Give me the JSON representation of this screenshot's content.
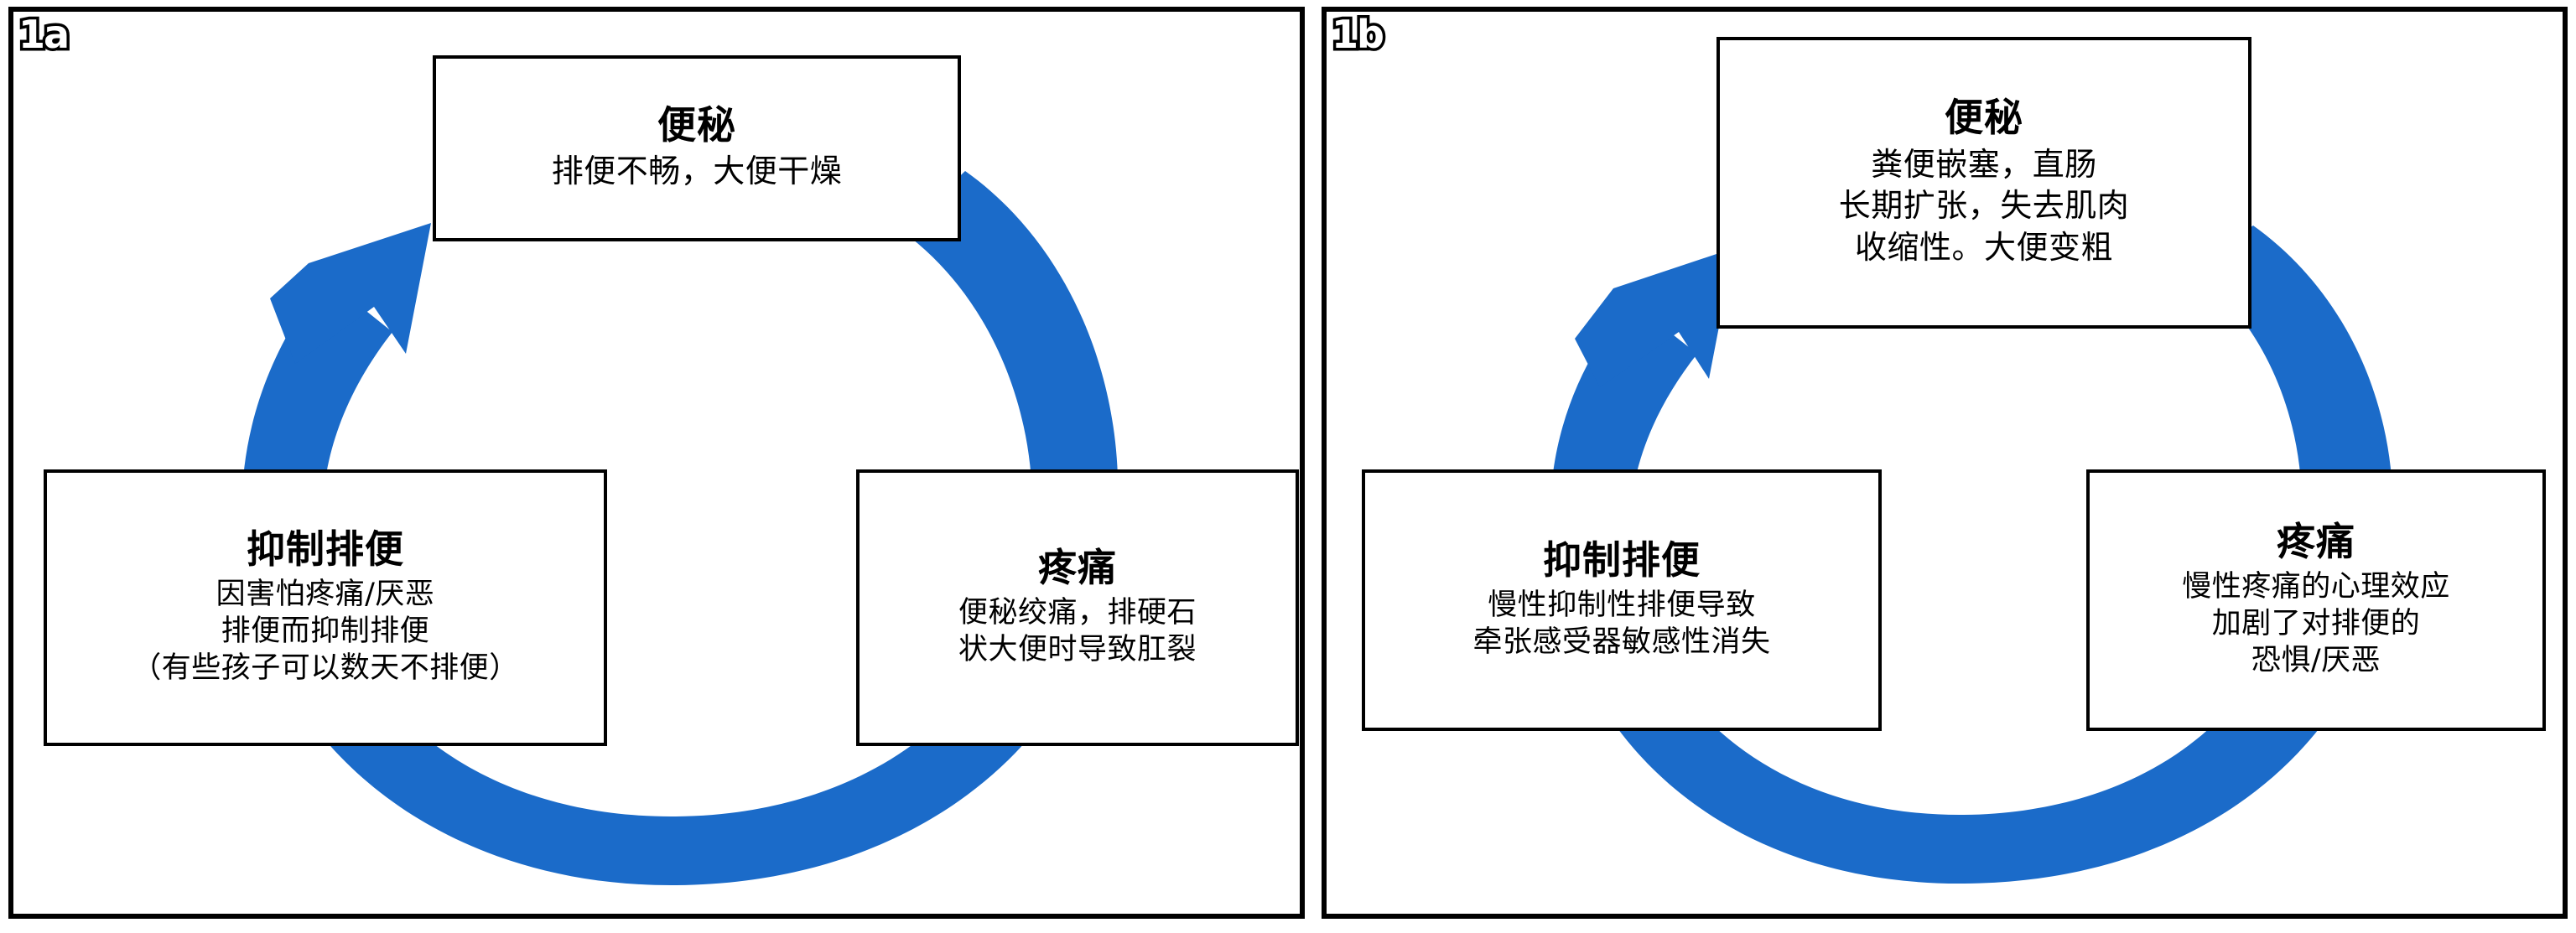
{
  "figure": {
    "panels": [
      {
        "tag": "1a",
        "arrow_color": "#1B6BC9",
        "nodes": [
          {
            "id": "constipation",
            "position": "top",
            "title": "便秘",
            "lines": [
              "排便不畅，大便干燥"
            ]
          },
          {
            "id": "pain",
            "position": "right",
            "title": "疼痛",
            "lines": [
              "便秘绞痛，排硬石",
              "状大便时导致肛裂"
            ]
          },
          {
            "id": "withholding",
            "position": "left",
            "title": "抑制排便",
            "lines": [
              "因害怕疼痛/厌恶",
              "排便而抑制排便",
              "（有些孩子可以数天不排便）"
            ]
          }
        ]
      },
      {
        "tag": "1b",
        "arrow_color": "#1B6BC9",
        "nodes": [
          {
            "id": "constipation",
            "position": "top",
            "title": "便秘",
            "lines": [
              "粪便嵌塞，直肠",
              "长期扩张，失去肌肉",
              "收缩性。大便变粗"
            ]
          },
          {
            "id": "pain",
            "position": "right",
            "title": "疼痛",
            "lines": [
              "慢性疼痛的心理效应",
              "加剧了对排便的",
              "恐惧/厌恶"
            ]
          },
          {
            "id": "withholding",
            "position": "left",
            "title": "抑制排便",
            "lines": [
              "慢性抑制性排便导致",
              "牵张感受器敏感性消失"
            ]
          }
        ]
      }
    ]
  }
}
